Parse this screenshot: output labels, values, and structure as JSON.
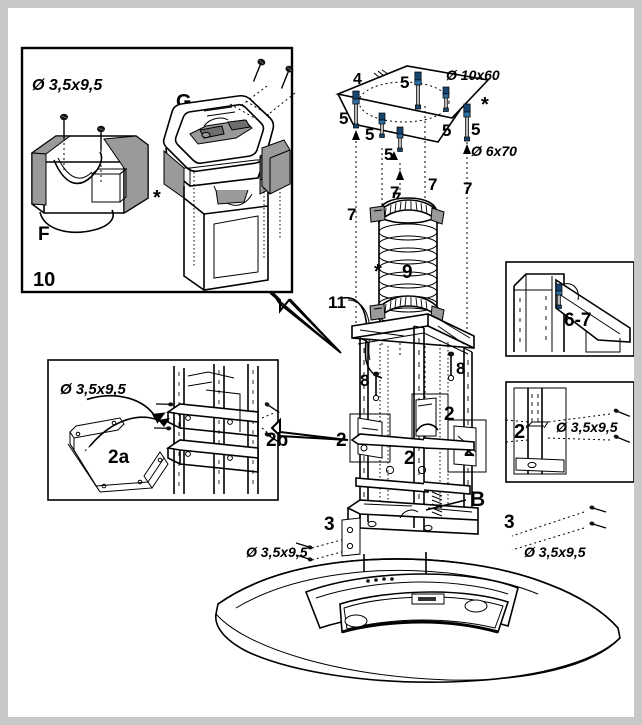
{
  "document": {
    "type": "installation-diagram",
    "title": "Cooker hood ceiling mounting instructions",
    "background_color": "#c8c8c8",
    "page_color": "#ffffff"
  },
  "insets": {
    "motor_box": {
      "name": "motor-assembly-inset",
      "step_number": "10",
      "screw_spec": "Ø 3,5x9,5",
      "part_f": "F",
      "part_g": "G",
      "asterisk": "*"
    },
    "bracket_box": {
      "name": "bracket-2a-2b-inset",
      "screw_spec": "Ø 3,5x9,5",
      "label_2a": "2a",
      "label_2b": "2b"
    },
    "rail_box": {
      "name": "rail-screw-inset",
      "label": "6-7"
    },
    "column_box": {
      "name": "column-screw-inset",
      "label": "2",
      "screw_spec": "Ø 3,5x9,5"
    }
  },
  "main": {
    "ceiling_plate": {
      "label": "4",
      "anchor_spec": "Ø 10x60",
      "screw_spec": "Ø 6x70",
      "asterisk": "*",
      "anchor_labels": [
        "5",
        "5",
        "5",
        "5",
        "5",
        "5"
      ],
      "drop_labels": [
        "7",
        "7",
        "7",
        "7",
        "7"
      ]
    },
    "duct": {
      "label": "9",
      "asterisk": "*"
    },
    "cable": {
      "label": "11"
    },
    "frame": {
      "screw_labels_8": [
        "8",
        "8"
      ],
      "bracket_labels_2": [
        "2",
        "2",
        "2",
        "2"
      ],
      "part_b": "B",
      "base_labels_3": [
        "3",
        "3"
      ],
      "base_screw_spec_left": "Ø 3,5x9,5",
      "base_screw_spec_right": "Ø 3,5x9,5"
    }
  },
  "colors": {
    "screw_blue": "#16456f",
    "screw_blue_light": "#2e6ea1",
    "metal_gray": "#9a9a9a",
    "line": "#000000"
  }
}
